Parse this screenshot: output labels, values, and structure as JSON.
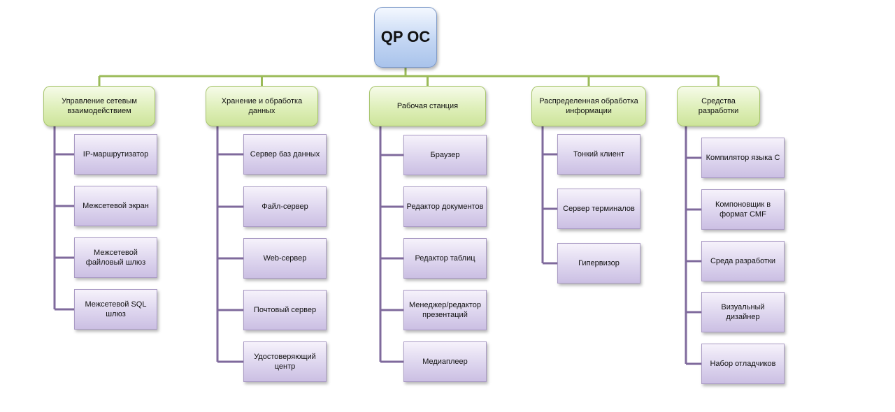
{
  "root": {
    "label": "QP OC"
  },
  "categories": [
    {
      "label": "Управление сетевым взаимодействием",
      "items": [
        "IP-маршрутизатор",
        "Межсетевой экран",
        "Межсетевой файловый шлюз",
        "Межсетевой SQL шлюз"
      ]
    },
    {
      "label": "Хранение и обработка данных",
      "items": [
        "Сервер баз данных",
        "Файл-сервер",
        "Web-сервер",
        "Почтовый сервер",
        "Удостоверяющий центр"
      ]
    },
    {
      "label": "Рабочая станция",
      "items": [
        "Браузер",
        "Редактор документов",
        "Редактор таблиц",
        "Менеджер/редактор презентаций",
        "Медиаплеер"
      ]
    },
    {
      "label": "Распределенная обработка информации",
      "items": [
        "Тонкий клиент",
        "Сервер терминалов",
        "Гипервизор"
      ]
    },
    {
      "label": "Средства разработки",
      "items": [
        "Компилятор языка С",
        "Компоновщик в формат CMF",
        "Среда разработки",
        "Визуальный дизайнер",
        "Набор отладчиков"
      ]
    }
  ],
  "colors": {
    "root_connector": "#9bbb59",
    "item_connector": "#7f6a9c"
  }
}
